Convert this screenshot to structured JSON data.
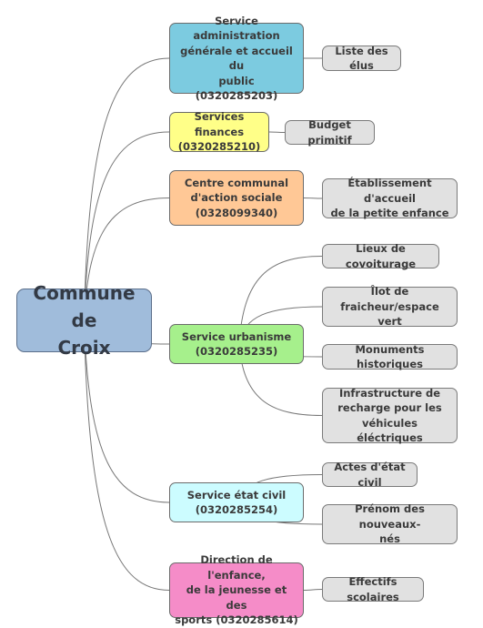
{
  "root": {
    "label": "Commune de\nCroix",
    "color": "#a0bcdb"
  },
  "services": [
    {
      "label": "Service administration\ngénérale et accueil du\npublic\n(0320285203)",
      "color": "#7ccbe0",
      "children": [
        "Liste des élus"
      ]
    },
    {
      "label": "Services finances\n(0320285210)",
      "color": "#ffff88",
      "children": [
        "Budget primitif"
      ]
    },
    {
      "label": "Centre communal\nd'action sociale\n(0328099340)",
      "color": "#ffc896",
      "children": [
        "Établissement d'accueil\nde la petite enfance"
      ]
    },
    {
      "label": "Service urbanisme\n(0320285235)",
      "color": "#a6f08c",
      "children": [
        "Lieux de covoiturage",
        "Îlot de fraicheur/espace\nvert",
        "Monuments historiques",
        "Infrastructure de\nrecharge pour les\nvéhicules éléctriques"
      ]
    },
    {
      "label": "Service état civil\n(0320285254)",
      "color": "#ccfcff",
      "children": [
        "Actes d'état civil",
        "Prénom des nouveaux-\nnés"
      ]
    },
    {
      "label": "Direction de l'enfance,\nde la jeunesse et des\nsports (0320285614)",
      "color": "#f58cc8",
      "children": [
        "Effectifs scolaires"
      ]
    }
  ],
  "colors": {
    "leaf": "#e1e1e1",
    "edge": "#777777"
  }
}
